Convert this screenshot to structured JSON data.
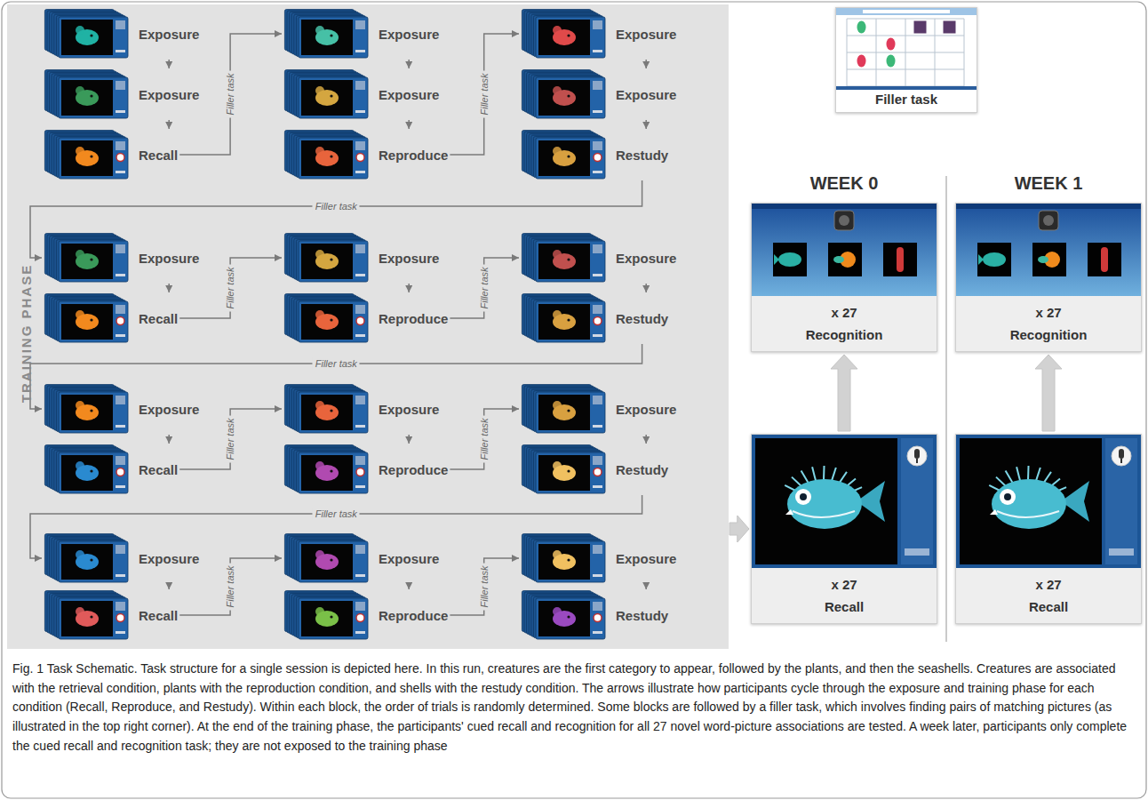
{
  "diagram": {
    "caption": "Fig. 1 Task Schematic. Task structure for a single session is depicted here. In this run, creatures are the first category to appear, followed by the plants, and then the seashells. Creatures are associated with the retrieval condition, plants with the reproduction condition, and shells with the restudy condition. The arrows illustrate how participants cycle through the exposure and training phase for each condition (Recall, Reproduce, and Restudy). Within each block, the order of trials is randomly determined. Some blocks are followed by a filler task, which involves finding pairs of matching pictures (as illustrated in the top right corner). At the end of the training phase, the participants' cued recall and recognition for all 27 novel word-picture associations are tested. A week later, participants only complete the cued recall and recognition task; they are not exposed to the training phase",
    "nodes": [
      {
        "text": [
          "TRAINING PHASE"
        ]
      },
      {
        "text": [
          "Exposure"
        ],
        "in": 0
      },
      {
        "text": [
          "Exposure"
        ],
        "in": 0
      },
      {
        "text": [
          "Recall"
        ],
        "in": 0
      },
      {
        "text": [
          "Exposure"
        ],
        "in": 0
      },
      {
        "text": [
          "Exposure"
        ],
        "in": 0
      },
      {
        "text": [
          "Reproduce"
        ],
        "in": 0
      },
      {
        "text": [
          "Exposure"
        ],
        "in": 0
      },
      {
        "text": [
          "Exposure"
        ],
        "in": 0
      },
      {
        "text": [
          "Restudy"
        ],
        "in": 0
      },
      {
        "text": [
          "Exposure"
        ],
        "in": 0
      },
      {
        "text": [
          "Recall"
        ],
        "in": 0
      },
      {
        "text": [
          "Exposure"
        ],
        "in": 0
      },
      {
        "text": [
          "Reproduce"
        ],
        "in": 0
      },
      {
        "text": [
          "Exposure"
        ],
        "in": 0
      },
      {
        "text": [
          "Restudy"
        ],
        "in": 0
      },
      {
        "text": [
          "Exposure"
        ],
        "in": 0
      },
      {
        "text": [
          "Recall"
        ],
        "in": 0
      },
      {
        "text": [
          "Exposure"
        ],
        "in": 0
      },
      {
        "text": [
          "Reproduce"
        ],
        "in": 0
      },
      {
        "text": [
          "Exposure"
        ],
        "in": 0
      },
      {
        "text": [
          "Restudy"
        ],
        "in": 0
      },
      {
        "text": [
          "Exposure"
        ],
        "in": 0
      },
      {
        "text": [
          "Recall"
        ],
        "in": 0
      },
      {
        "text": [
          "Exposure"
        ],
        "in": 0
      },
      {
        "text": [
          "Reproduce"
        ],
        "in": 0
      },
      {
        "text": [
          "Exposure"
        ],
        "in": 0
      },
      {
        "text": [
          "Restudy"
        ],
        "in": 0
      },
      {
        "text": [
          "Filler task"
        ]
      },
      {
        "text": [
          "x 27",
          "Recognition"
        ]
      },
      {
        "text": [
          "x 27",
          "Recognition"
        ]
      },
      {
        "text": [
          "x 27",
          "Recall"
        ]
      },
      {
        "text": [
          "x 27",
          "Recall"
        ]
      }
    ],
    "edges": [
      {
        "from": 1,
        "to": 2,
        "arrow": "to"
      },
      {
        "from": 2,
        "to": 3,
        "arrow": "to"
      },
      {
        "from": 3,
        "to": 4,
        "label": "Filler task",
        "arrow": "to"
      },
      {
        "from": 4,
        "to": 5,
        "arrow": "to"
      },
      {
        "from": 5,
        "to": 6,
        "arrow": "to"
      },
      {
        "from": 6,
        "to": 7,
        "label": "Filler task",
        "arrow": "to"
      },
      {
        "from": 7,
        "to": 8,
        "arrow": "to"
      },
      {
        "from": 8,
        "to": 9,
        "arrow": "to"
      },
      {
        "from": 9,
        "to": 10,
        "label": "Filler task",
        "arrow": "to"
      },
      {
        "from": 10,
        "to": 11,
        "arrow": "to"
      },
      {
        "from": 11,
        "to": 12,
        "label": "Filler task",
        "arrow": "to"
      },
      {
        "from": 12,
        "to": 13,
        "arrow": "to"
      },
      {
        "from": 13,
        "to": 14,
        "label": "Filler task",
        "arrow": "to"
      },
      {
        "from": 14,
        "to": 15,
        "arrow": "to"
      },
      {
        "from": 15,
        "to": 16,
        "label": "Filler task",
        "arrow": "to"
      },
      {
        "from": 16,
        "to": 17,
        "arrow": "to"
      },
      {
        "from": 17,
        "to": 18,
        "label": "Filler task",
        "arrow": "to"
      },
      {
        "from": 18,
        "to": 19,
        "arrow": "to"
      },
      {
        "from": 19,
        "to": 20,
        "label": "Filler task",
        "arrow": "to"
      },
      {
        "from": 20,
        "to": 21,
        "arrow": "to"
      },
      {
        "from": 21,
        "to": 22,
        "label": "Filler task",
        "arrow": "to"
      },
      {
        "from": 22,
        "to": 23,
        "arrow": "to"
      },
      {
        "from": 23,
        "to": 24,
        "label": "Filler task",
        "arrow": "to"
      },
      {
        "from": 24,
        "to": 25,
        "arrow": "to"
      },
      {
        "from": 25,
        "to": 26,
        "label": "Filler task",
        "arrow": "to"
      },
      {
        "from": 26,
        "to": 27,
        "arrow": "to"
      },
      {
        "from": 0,
        "to": 31,
        "arrow": "to"
      },
      {
        "from": 31,
        "to": 29,
        "arrow": "to"
      },
      {
        "from": 32,
        "to": 30,
        "arrow": "to"
      }
    ],
    "labels": [
      "WEEK 0",
      "WEEK 1"
    ]
  }
}
